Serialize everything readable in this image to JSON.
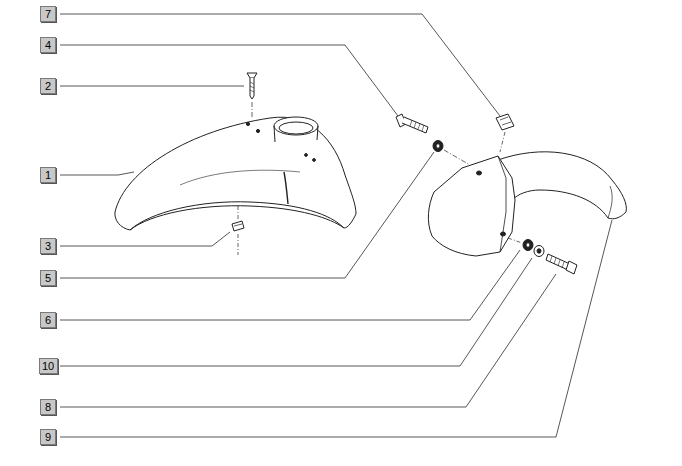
{
  "diagram": {
    "nodes": [
      {
        "text": [
          "7"
        ]
      },
      {
        "text": [
          "4"
        ]
      },
      {
        "text": [
          "2"
        ]
      },
      {
        "text": [
          "1"
        ]
      },
      {
        "text": [
          "3"
        ]
      },
      {
        "text": [
          "5"
        ]
      },
      {
        "text": [
          "6"
        ]
      },
      {
        "text": [
          "10"
        ]
      },
      {
        "text": [
          "8"
        ]
      },
      {
        "text": [
          "9"
        ]
      }
    ]
  }
}
